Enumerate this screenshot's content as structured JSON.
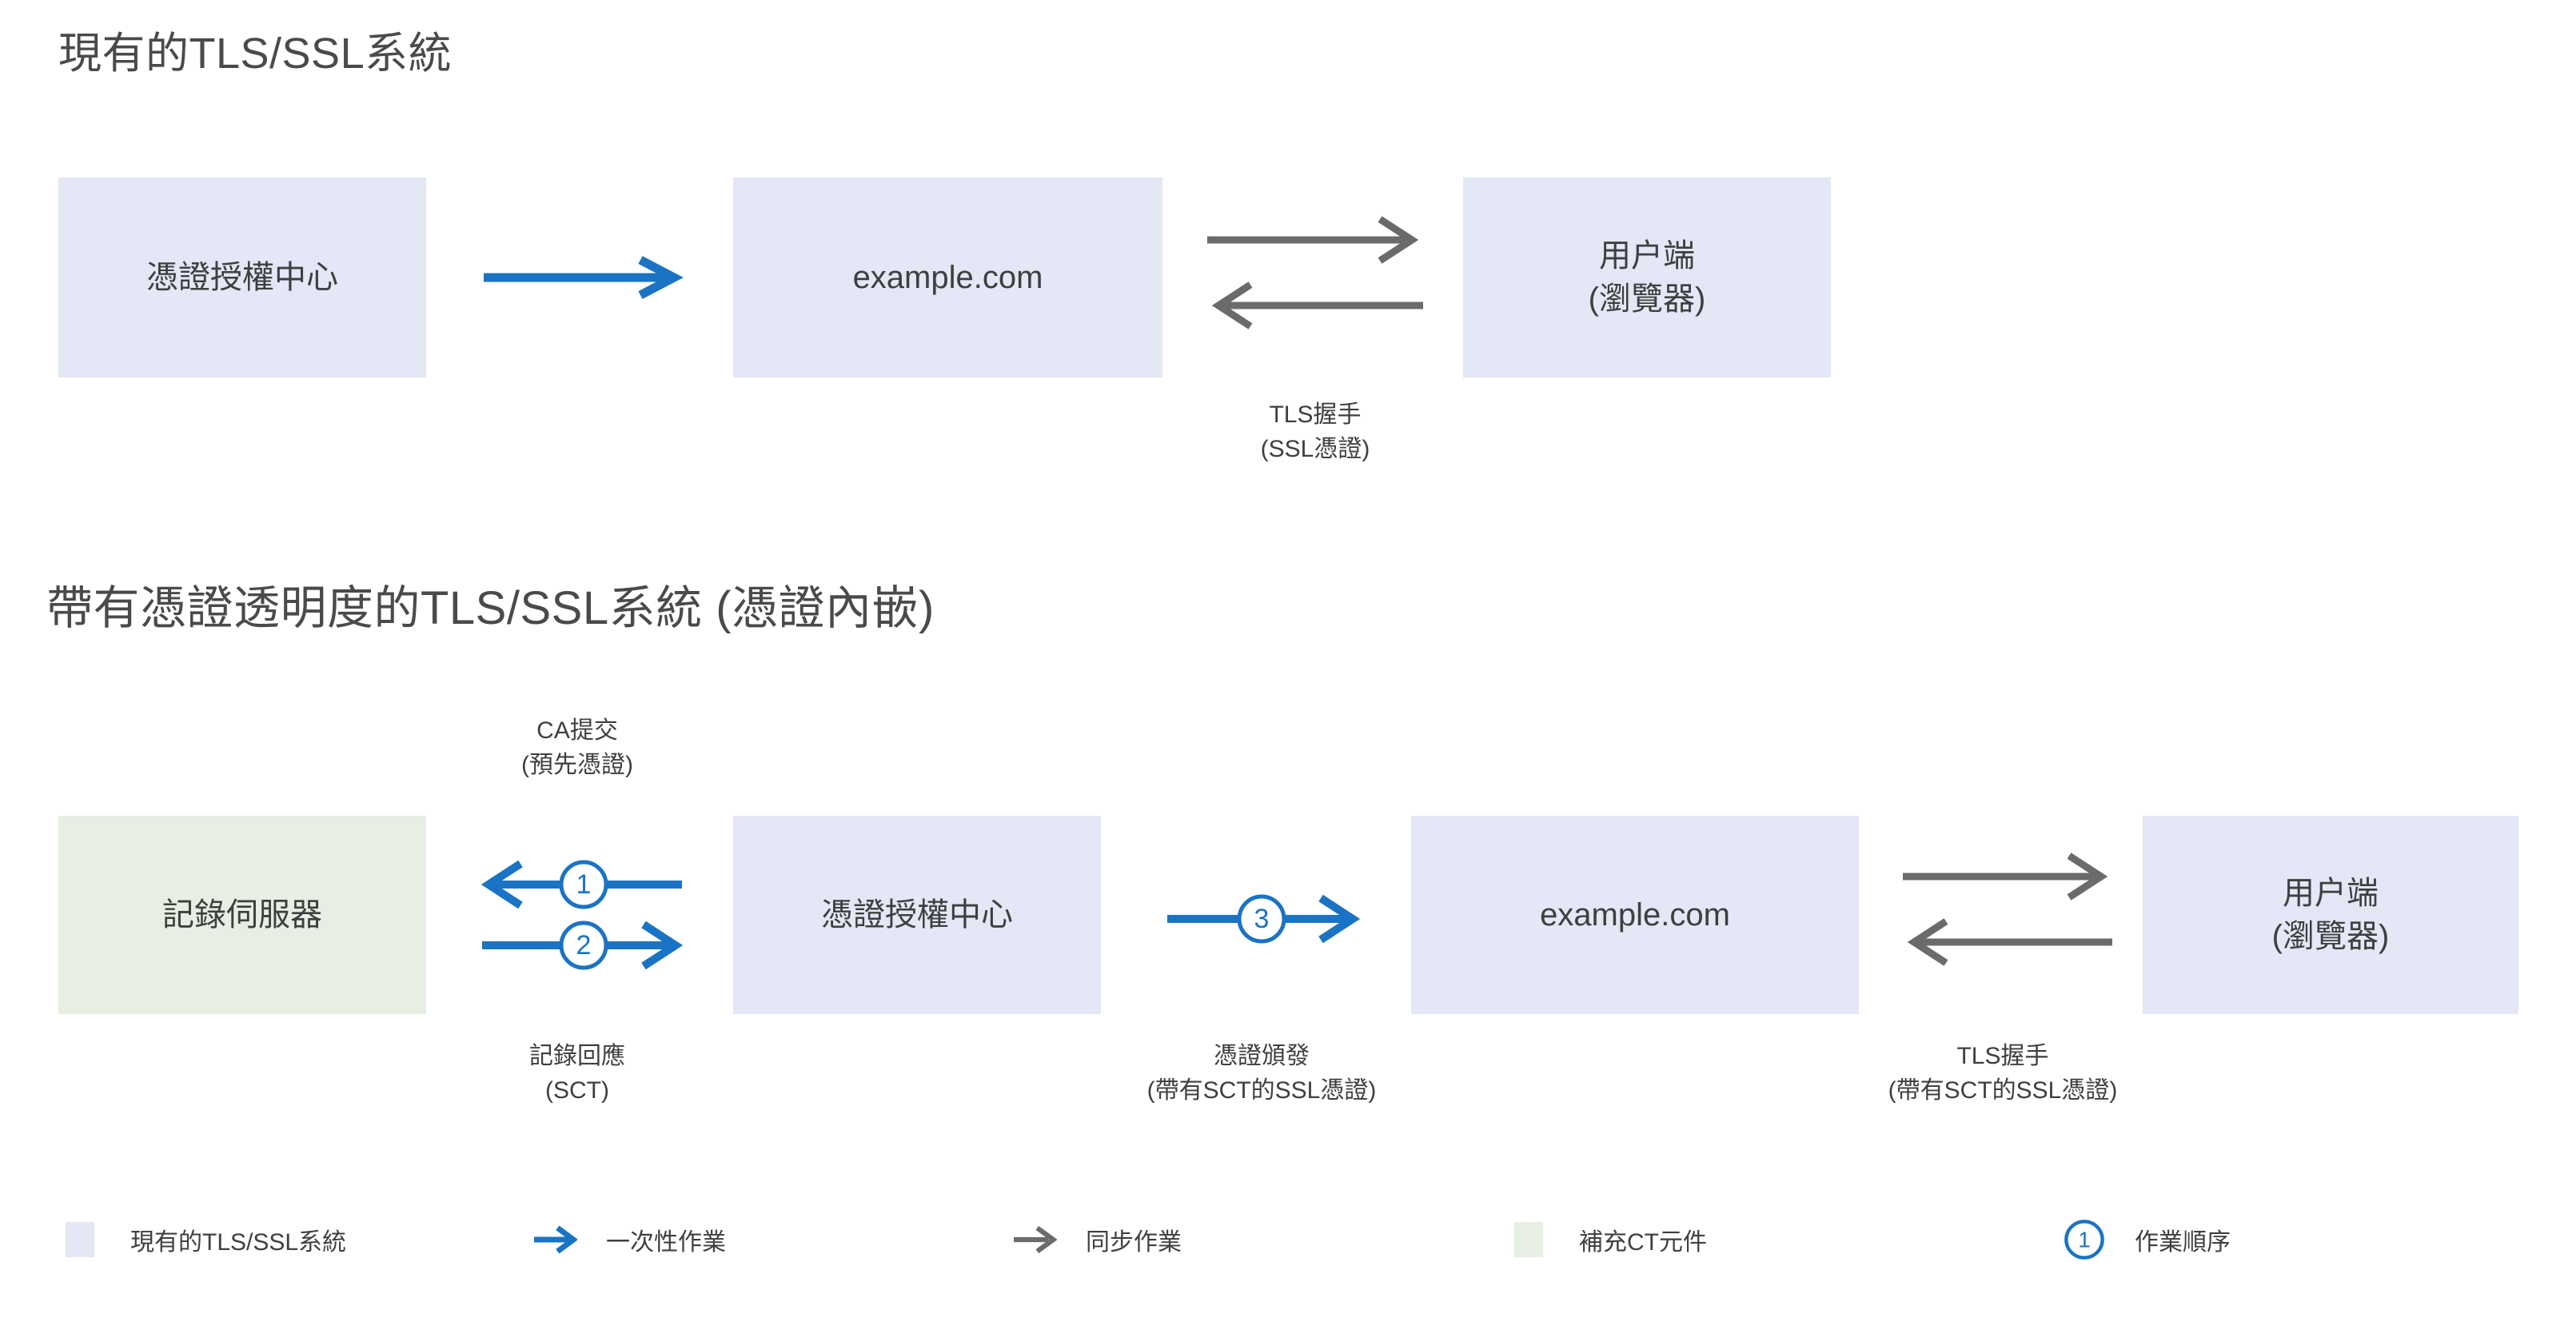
{
  "colors": {
    "blue_box": "#e3e7f6",
    "green_box": "#e6efe2",
    "blue_arrow": "#1a73c4",
    "gray_arrow": "#6b6b6b",
    "text": "#3f3f3f"
  },
  "sections": [
    {
      "title": "現有的TLS/SSL系統",
      "nodes": [
        {
          "label": "憑證授權中心",
          "kind": "blue"
        },
        {
          "label": "example.com",
          "kind": "blue"
        },
        {
          "label": "用户端\n(瀏覽器)",
          "kind": "blue"
        }
      ],
      "connectors": [
        {
          "style": "one-time",
          "direction": "right",
          "label_above": "",
          "label_below": ""
        },
        {
          "style": "sync",
          "direction": "both",
          "label_above": "",
          "label_below": "TLS握手\n(SSL憑證)"
        }
      ]
    },
    {
      "title": "帶有憑證透明度的TLS/SSL系統 (憑證內嵌)",
      "nodes": [
        {
          "label": "記錄伺服器",
          "kind": "green"
        },
        {
          "label": "憑證授權中心",
          "kind": "blue"
        },
        {
          "label": "example.com",
          "kind": "blue"
        },
        {
          "label": "用户端\n(瀏覽器)",
          "kind": "blue"
        }
      ],
      "connectors": [
        {
          "style": "one-time",
          "direction": "pair",
          "step_top": "1",
          "step_bottom": "2",
          "label_above": "CA提交\n(預先憑證)",
          "label_below": "記錄回應\n(SCT)"
        },
        {
          "style": "one-time",
          "direction": "right",
          "step": "3",
          "label_above": "",
          "label_below": "憑證頒發\n(帶有SCT的SSL憑證)"
        },
        {
          "style": "sync",
          "direction": "both",
          "label_above": "",
          "label_below": "TLS握手\n(帶有SCT的SSL憑證)"
        }
      ]
    }
  ],
  "legend": {
    "items": [
      {
        "mark": "swatch-blue",
        "label": "現有的TLS/SSL系統"
      },
      {
        "mark": "arrow-blue",
        "label": "一次性作業"
      },
      {
        "mark": "arrow-gray",
        "label": "同步作業"
      },
      {
        "mark": "swatch-green",
        "label": "補充CT元件"
      },
      {
        "mark": "step-circle",
        "label": "作業順序",
        "step": "1"
      }
    ]
  }
}
